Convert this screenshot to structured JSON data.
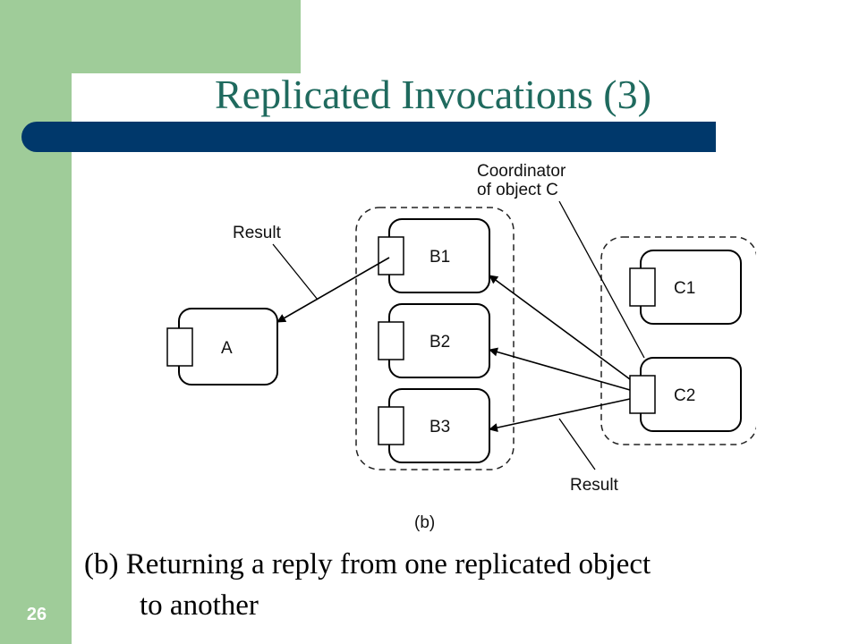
{
  "slide": {
    "title": "Replicated Invocations (3)",
    "number": "26"
  },
  "figure": {
    "label": "(b)",
    "coordinator_label_line1": "Coordinator",
    "coordinator_label_line2": "of object C",
    "result_label_left": "Result",
    "result_label_bottom": "Result",
    "objects": {
      "a": "A",
      "b1": "B1",
      "b2": "B2",
      "b3": "B3",
      "c1": "C1",
      "c2": "C2"
    }
  },
  "caption": {
    "line1": "(b) Returning a reply from one replicated object",
    "line2": "to another"
  }
}
